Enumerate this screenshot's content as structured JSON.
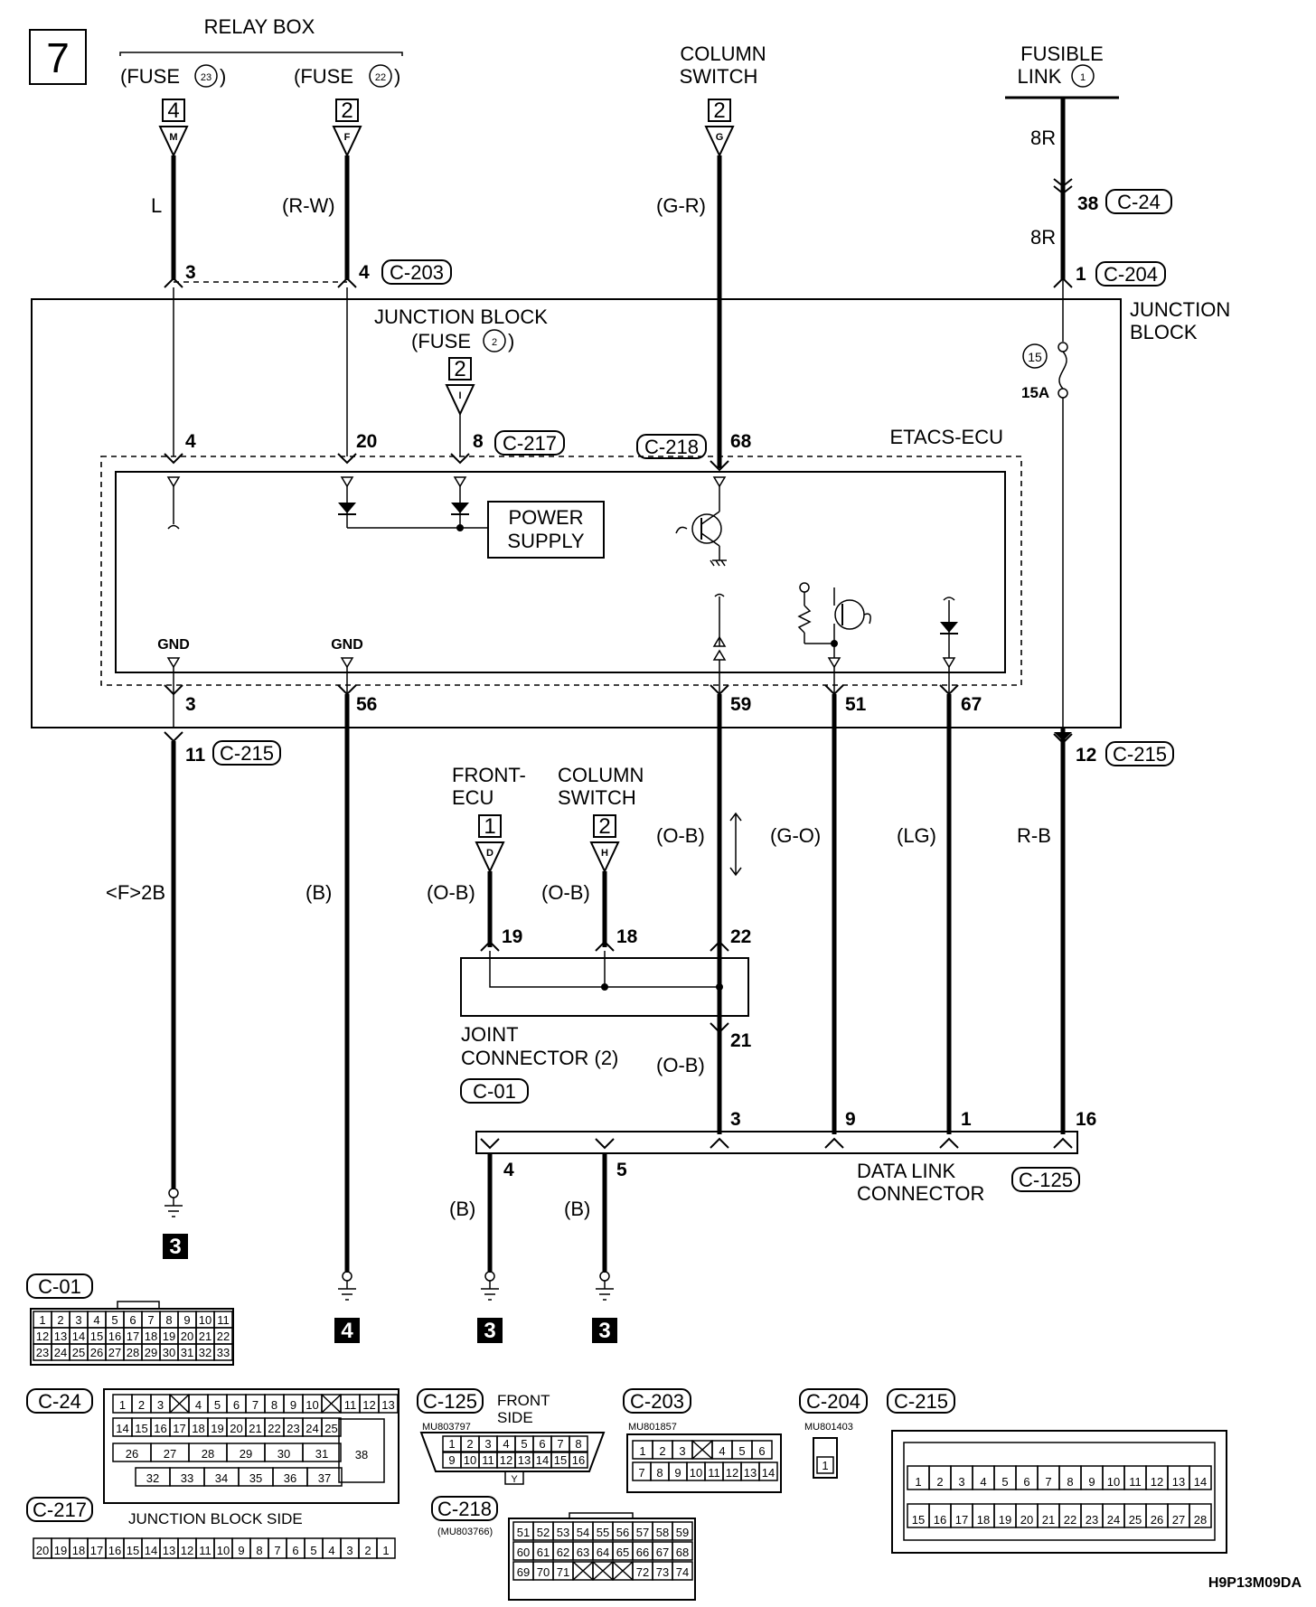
{
  "page_number": "7",
  "relay_box": {
    "title": "RELAY BOX",
    "fuse23": "(FUSE",
    "fuse23_num": "23",
    "fuse22": "(FUSE",
    "fuse22_num": "22",
    "close": ")"
  },
  "column_switch_top": {
    "line1": "COLUMN",
    "line2": "SWITCH"
  },
  "fusible_link": {
    "line1": "FUSIBLE",
    "line2": "LINK",
    "num": "1"
  },
  "junction_block": {
    "line1": "JUNCTION",
    "line2": "BLOCK",
    "inner1": "JUNCTION BLOCK",
    "inner2": "(FUSE",
    "inner2_num": "2",
    "fuse15": "15",
    "fuse15a": "15A"
  },
  "etacs": {
    "label": "ETACS-ECU",
    "power1": "POWER",
    "power2": "SUPPLY",
    "gnd": "GND"
  },
  "wire_colors": {
    "L": "L",
    "RW": "(R-W)",
    "GR": "(G-R)",
    "8R": "8R",
    "F2B": "<F>2B",
    "B": "(B)",
    "OB": "(O-B)",
    "GO": "(G-O)",
    "LG": "(LG)",
    "RB": "R-B"
  },
  "connector_ids": {
    "c203": "C-203",
    "c204": "C-204",
    "c217": "C-217",
    "c218": "C-218",
    "c215": "C-215",
    "c24": "C-24",
    "c01": "C-01",
    "c125": "C-125"
  },
  "terminal_boxes": {
    "m": "M",
    "f": "F",
    "g": "G",
    "i": "I",
    "d": "D",
    "h": "H",
    "n4": "4",
    "n2": "2",
    "n1": "1"
  },
  "pins": {
    "p3": "3",
    "p4": "4",
    "p38": "38",
    "p1": "1",
    "p20": "20",
    "p8": "8",
    "p68": "68",
    "p56": "56",
    "p59": "59",
    "p51": "51",
    "p67": "67",
    "p11": "11",
    "p12": "12",
    "p19": "19",
    "p18": "18",
    "p22": "22",
    "p21": "21",
    "p9": "9",
    "p16": "16",
    "p5": "5"
  },
  "front_ecu": {
    "line1": "FRONT-",
    "line2": "ECU"
  },
  "column_switch_mid": {
    "line1": "COLUMN",
    "line2": "SWITCH"
  },
  "joint_connector": {
    "line1": "JOINT",
    "line2": "CONNECTOR (2)"
  },
  "data_link": {
    "line1": "DATA LINK",
    "line2": "CONNECTOR"
  },
  "ground_labels": {
    "g3": "3",
    "g4": "4"
  },
  "connector_views": {
    "c01_row1": [
      "1",
      "2",
      "3",
      "4",
      "5",
      "6",
      "7",
      "8",
      "9",
      "10",
      "11"
    ],
    "c01_row2": [
      "12",
      "13",
      "14",
      "15",
      "16",
      "17",
      "18",
      "19",
      "20",
      "21",
      "22"
    ],
    "c01_row3": [
      "23",
      "24",
      "25",
      "26",
      "27",
      "28",
      "29",
      "30",
      "31",
      "32",
      "33"
    ],
    "c24_row1": [
      "1",
      "2",
      "3",
      "",
      "4",
      "5",
      "6",
      "7",
      "8",
      "9",
      "10",
      "",
      "11",
      "12",
      "13"
    ],
    "c24_row2": [
      "14",
      "15",
      "16",
      "17",
      "18",
      "19",
      "20",
      "21",
      "22",
      "23",
      "24",
      "25"
    ],
    "c24_row3": [
      "26",
      "27",
      "28",
      "29",
      "30",
      "31"
    ],
    "c24_row4": [
      "32",
      "33",
      "34",
      "35",
      "36",
      "37"
    ],
    "c24_38": "38",
    "c125_title1": "FRONT",
    "c125_title2": "SIDE",
    "c125_part": "MU803797",
    "c125_row1": [
      "1",
      "2",
      "3",
      "4",
      "5",
      "6",
      "7",
      "8"
    ],
    "c125_row2": [
      "9",
      "10",
      "11",
      "12",
      "13",
      "14",
      "15",
      "16"
    ],
    "c125_key": "Y",
    "c203_part": "MU801857",
    "c203_row1": [
      "1",
      "2",
      "3",
      "",
      "4",
      "5",
      "6"
    ],
    "c203_row2": [
      "7",
      "8",
      "9",
      "10",
      "11",
      "12",
      "13",
      "14"
    ],
    "c204_part": "MU801403",
    "c204_pin": "1",
    "c215_row1": [
      "1",
      "2",
      "3",
      "4",
      "5",
      "6",
      "7",
      "8",
      "9",
      "10",
      "11",
      "12",
      "13",
      "14"
    ],
    "c215_row2": [
      "15",
      "16",
      "17",
      "18",
      "19",
      "20",
      "21",
      "22",
      "23",
      "24",
      "25",
      "26",
      "27",
      "28"
    ],
    "c217_caption": "JUNCTION BLOCK SIDE",
    "c217_row": [
      "20",
      "19",
      "18",
      "17",
      "16",
      "15",
      "14",
      "13",
      "12",
      "11",
      "10",
      "9",
      "8",
      "7",
      "6",
      "5",
      "4",
      "3",
      "2",
      "1"
    ],
    "c218_part": "(MU803766)",
    "c218_row1": [
      "51",
      "52",
      "53",
      "54",
      "55",
      "56",
      "57",
      "58",
      "59"
    ],
    "c218_row2": [
      "60",
      "61",
      "62",
      "63",
      "64",
      "65",
      "66",
      "67",
      "68"
    ],
    "c218_row3": [
      "69",
      "70",
      "71",
      "",
      "",
      "",
      "72",
      "73",
      "74"
    ]
  },
  "footer_code": "H9P13M09DA"
}
